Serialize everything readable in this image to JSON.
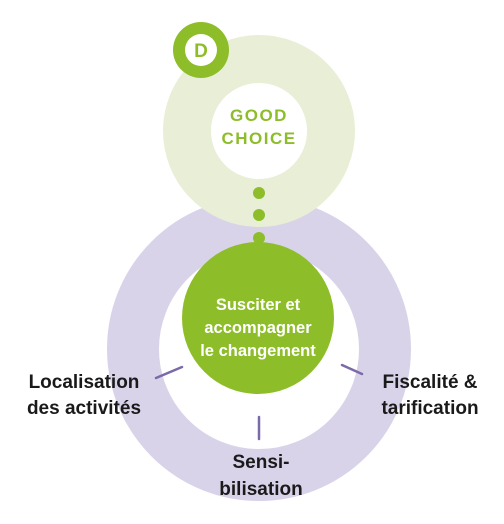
{
  "colors": {
    "purple_ring": "#d9d3ea",
    "purple_line": "#7b6aa8",
    "green_light_ring": "#e8efd6",
    "green_accent": "#8ebd2a",
    "white": "#ffffff",
    "text_dark": "#1a1a1a"
  },
  "badge": {
    "letter": "D",
    "icon": "letter-d-badge-icon"
  },
  "good_choice": {
    "line1": "GOOD",
    "line2": "CHOICE"
  },
  "center": {
    "line1": "Susciter et",
    "line2": "accompagner",
    "line3": "le changement"
  },
  "labels": {
    "left": {
      "line1": "Localisation",
      "line2": "des activités"
    },
    "right": {
      "line1": "Fiscalité &",
      "line2": "tarification"
    },
    "bottom": {
      "line1": "Sensi-",
      "line2": "bilisation"
    }
  }
}
